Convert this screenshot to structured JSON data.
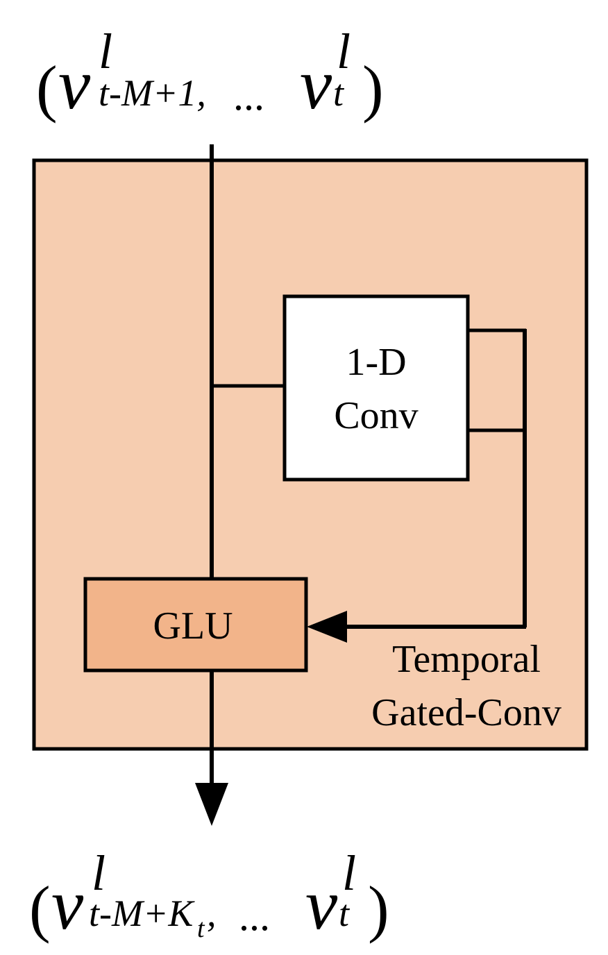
{
  "colors": {
    "module_fill": "#f6cdb0",
    "glu_fill": "#f2b48a",
    "conv_fill": "#ffffff",
    "stroke": "#000000"
  },
  "input_label": {
    "open_paren": "(",
    "first_var": "v",
    "first_superscript": "l",
    "first_subscript": "t-M+1,",
    "ellipsis": "...",
    "last_var": "v",
    "last_superscript": "l",
    "last_subscript": "t",
    "close_paren": ")"
  },
  "output_label": {
    "open_paren": "(",
    "first_var": "v",
    "first_superscript": "l",
    "first_subscript_main": "t-M+K",
    "first_subscript_sub": "t",
    "first_subscript_comma": ",",
    "ellipsis": "...",
    "last_var": "v",
    "last_superscript": "l",
    "last_subscript": "t",
    "close_paren": ")"
  },
  "blocks": {
    "conv": {
      "line1": "1-D",
      "line2": "Conv"
    },
    "glu": {
      "label": "GLU"
    },
    "module": {
      "line1": "Temporal",
      "line2": "Gated-Conv"
    }
  }
}
